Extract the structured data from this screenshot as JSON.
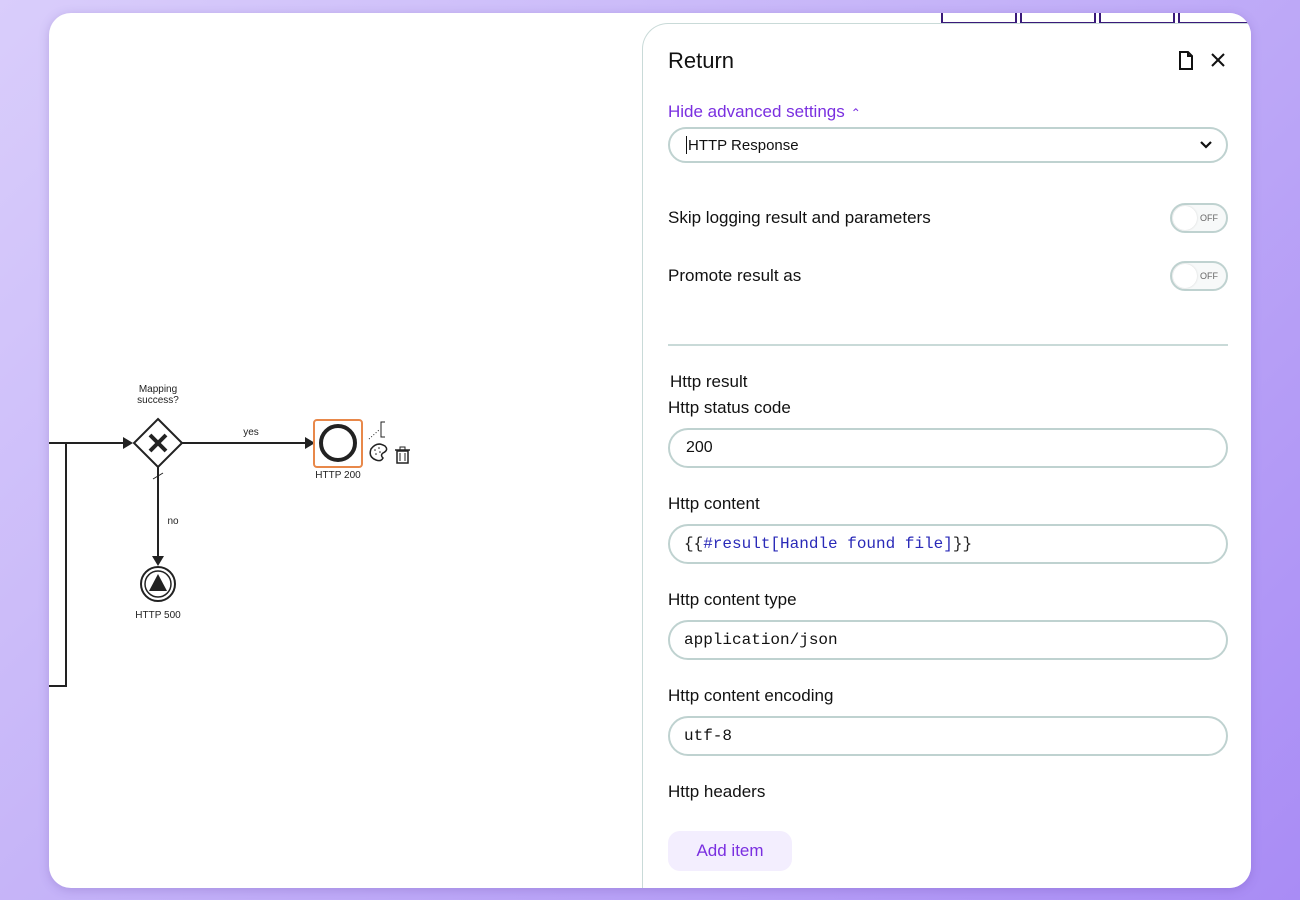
{
  "diagram": {
    "gateway": {
      "label_line1": "Mapping",
      "label_line2": "success?",
      "type": "exclusive-gateway"
    },
    "flows": {
      "yes_label": "yes",
      "no_label": "no"
    },
    "end_events": [
      {
        "label": "HTTP 200",
        "type": "end-event",
        "selected": true
      },
      {
        "label": "HTTP 500",
        "type": "escalation-end-event"
      }
    ],
    "context_pad": [
      "annotation-icon",
      "palette-icon",
      "trash-icon"
    ],
    "selection_color": "#e8884a"
  },
  "panel": {
    "title": "Return",
    "header_icons": [
      "document-icon",
      "close-icon"
    ],
    "advanced_link": "Hide advanced settings",
    "advanced_chevron": "˄",
    "select": {
      "value": "HTTP Response"
    },
    "toggles": [
      {
        "label": "Skip logging result and parameters",
        "state": "OFF"
      },
      {
        "label": "Promote result as",
        "state": "OFF"
      }
    ],
    "section_title": "Http result",
    "fields": {
      "status_code": {
        "label": "Http status code",
        "value": "200"
      },
      "content": {
        "label": "Http content",
        "value_open": "{{",
        "value_expr": "#result[Handle found file]",
        "value_close": "}}"
      },
      "content_type": {
        "label": "Http content type",
        "value": "application/json"
      },
      "content_encoding": {
        "label": "Http content encoding",
        "value": "utf-8"
      }
    },
    "headers_label": "Http headers",
    "add_item_label": "Add item",
    "accent_color": "#7a2fe0"
  }
}
